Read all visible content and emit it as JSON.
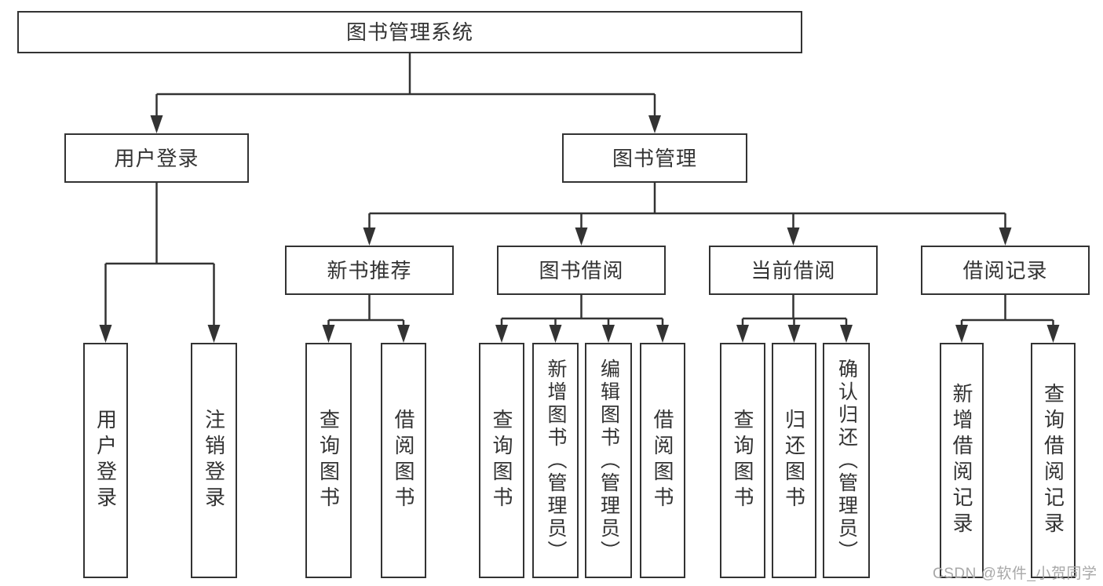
{
  "diagram": {
    "root": {
      "label": "图书管理系统"
    },
    "branches": [
      {
        "label": "用户登录",
        "children": [
          {
            "label": "用户登录"
          },
          {
            "label": "注销登录"
          }
        ]
      },
      {
        "label": "图书管理",
        "children": [
          {
            "label": "新书推荐",
            "children": [
              {
                "label": "查询图书"
              },
              {
                "label": "借阅图书"
              }
            ]
          },
          {
            "label": "图书借阅",
            "children": [
              {
                "label": "查询图书"
              },
              {
                "label": "新增图书（管理员）"
              },
              {
                "label": "编辑图书（管理员）"
              },
              {
                "label": "借阅图书"
              }
            ]
          },
          {
            "label": "当前借阅",
            "children": [
              {
                "label": "查询图书"
              },
              {
                "label": "归还图书"
              },
              {
                "label": "确认归还（管理员）"
              }
            ]
          },
          {
            "label": "借阅记录",
            "children": [
              {
                "label": "新增借阅记录"
              },
              {
                "label": "查询借阅记录"
              }
            ]
          }
        ]
      }
    ]
  },
  "watermark": {
    "text": "CSDN @软件_小贺同学"
  },
  "colors": {
    "line": "#333333",
    "text": "#333333",
    "box_background": "#ffffff",
    "watermark": "#a8a8a8"
  }
}
